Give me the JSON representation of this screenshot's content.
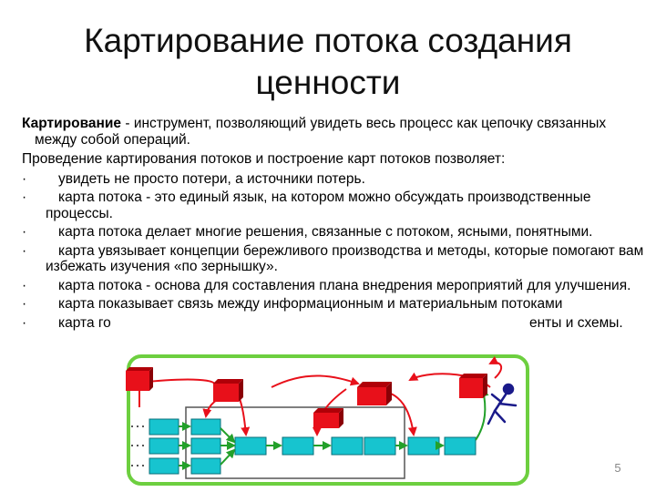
{
  "slide": {
    "title": "Картирование потока создания ценности",
    "intro_bold": "Картирование",
    "intro_rest": " - инструмент, позволяющий увидеть весь процесс как цепочку связанных между собой операций.",
    "lead": "Проведение картирования потоков и построение карт потоков позволяет:",
    "bullet_char": "·",
    "bullets": [
      "увидеть не просто потери, а источники потерь.",
      "карта потока - это единый язык, на котором можно обсуждать производственные процессы.",
      "карта потока делает многие решения, связанные с потоком, ясными, понятными.",
      "карта увязывает концепции бережливого производства и методы, которые помогают вам избежать изучения «по зернышку».",
      "карта потока - основа для составления плана внедрения мероприятий для улучшения.",
      "карта показывает связь между информационным и материальным потоками",
      "карта го",
      "енты и схемы."
    ],
    "page_number": "5"
  },
  "colors": {
    "frame": "#6dcf3f",
    "process_box": "#17c4cf",
    "red": "#e8101a",
    "green_arrow": "#23a02a"
  }
}
